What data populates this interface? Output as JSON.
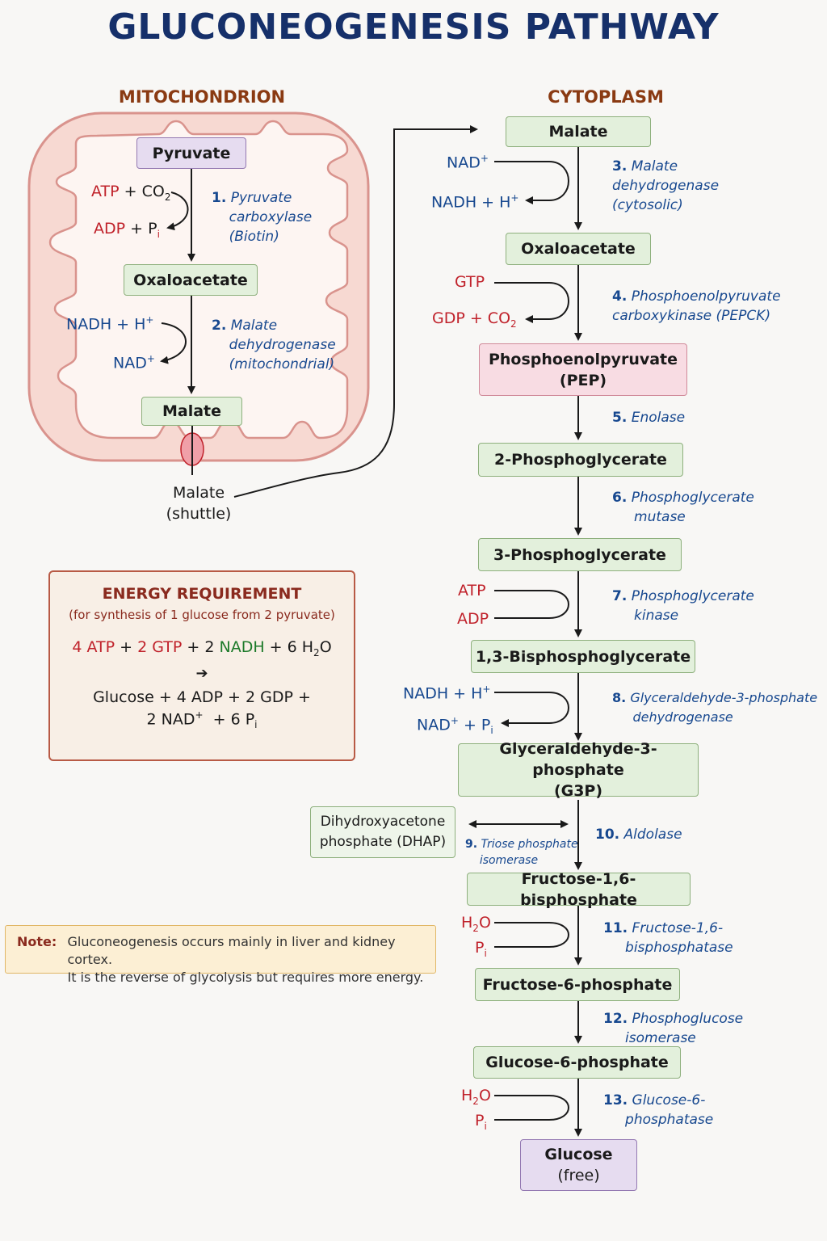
{
  "title": "GLUCONEOGENESIS PATHWAY",
  "regions": {
    "mito": "MITOCHONDRION",
    "cyto": "CYTOPLASM"
  },
  "mito": {
    "pyruvate": "Pyruvate",
    "oxaloacetate": "Oxaloacetate",
    "malate": "Malate",
    "shuttle": [
      "Malate",
      "(shuttle)"
    ],
    "step1": {
      "num": "1.",
      "lines": [
        "Pyruvate",
        "carboxylase",
        "(Biotin)"
      ],
      "in": "ATP",
      "in2": "+ CO",
      "out": "ADP",
      "out2": "+ P"
    },
    "step2": {
      "num": "2.",
      "lines": [
        "Malate",
        "dehydrogenase",
        "(mitochondrial)"
      ],
      "in": "NADH + H",
      "out": "NAD"
    }
  },
  "cyto": {
    "metabolites": {
      "malate": "Malate",
      "oxaloacetate": "Oxaloacetate",
      "pep": [
        "Phosphoenolpyruvate",
        "(PEP)"
      ],
      "pg2": "2-Phosphoglycerate",
      "pg3": "3-Phosphoglycerate",
      "bpg": "1,3-Bisphosphoglycerate",
      "g3p": [
        "Glyceraldehyde-3-phosphate",
        "(G3P)"
      ],
      "dhap": [
        "Dihydroxyacetone",
        "phosphate (DHAP)"
      ],
      "f16bp": "Fructose-1,6-bisphosphate",
      "f6p": "Fructose-6-phosphate",
      "g6p": "Glucose-6-phosphate",
      "glucose": [
        "Glucose",
        "(free)"
      ]
    },
    "steps": {
      "s3": {
        "num": "3.",
        "lines": [
          "Malate",
          "dehydrogenase",
          "(cytosolic)"
        ]
      },
      "s4": {
        "num": "4.",
        "lines": [
          "Phosphoenolpyruvate",
          "carboxykinase (PEPCK)"
        ]
      },
      "s5": {
        "num": "5.",
        "lines": [
          "Enolase"
        ]
      },
      "s6": {
        "num": "6.",
        "lines": [
          "Phosphoglycerate",
          "mutase"
        ]
      },
      "s7": {
        "num": "7.",
        "lines": [
          "Phosphoglycerate",
          "kinase"
        ]
      },
      "s8": {
        "num": "8.",
        "lines": [
          "Glyceraldehyde-3-phosphate",
          "dehydrogenase"
        ]
      },
      "s9": {
        "num": "9.",
        "lines": [
          "Triose phosphate",
          "isomerase"
        ]
      },
      "s10": {
        "num": "10.",
        "lines": [
          "Aldolase"
        ]
      },
      "s11": {
        "num": "11.",
        "lines": [
          "Fructose-1,6-",
          "bisphosphatase"
        ]
      },
      "s12": {
        "num": "12.",
        "lines": [
          "Phosphoglucose",
          "isomerase"
        ]
      },
      "s13": {
        "num": "13.",
        "lines": [
          "Glucose-6-",
          "phosphatase"
        ]
      }
    },
    "cofactors": {
      "s3_in": "NAD",
      "s3_out": "NADH + H",
      "s4_in": "GTP",
      "s4_out": "GDP + CO",
      "s7_in": "ATP",
      "s7_out": "ADP",
      "s8_in": "NADH + H",
      "s8_out": "NAD",
      "s8_out2": " + P",
      "s11_in": "H",
      "s11_out": "P",
      "s13_in": "H",
      "s13_out": "P"
    }
  },
  "energy": {
    "title": "ENERGY REQUIREMENT",
    "subtitle": "(for synthesis of 1 glucose from 2 pyruvate)",
    "atp": "4 ATP",
    "gtp": "2 GTP",
    "nadh_coef": "+ 2",
    "nadh": "NADH",
    "water": "+ 6 H",
    "arrow": "➔",
    "products1": "Glucose + 4 ADP + 2 GDP +",
    "products2": "2 NAD",
    "products3": "  + 6 P"
  },
  "note": {
    "label": "Note:",
    "line1": "Gluconeogenesis occurs mainly in liver and kidney cortex.",
    "line2": "It is the reverse of glycolysis but requires more energy."
  },
  "symbols": {
    "sub2": "2",
    "subi": "i",
    "plus": "+",
    "water_o": "O"
  }
}
